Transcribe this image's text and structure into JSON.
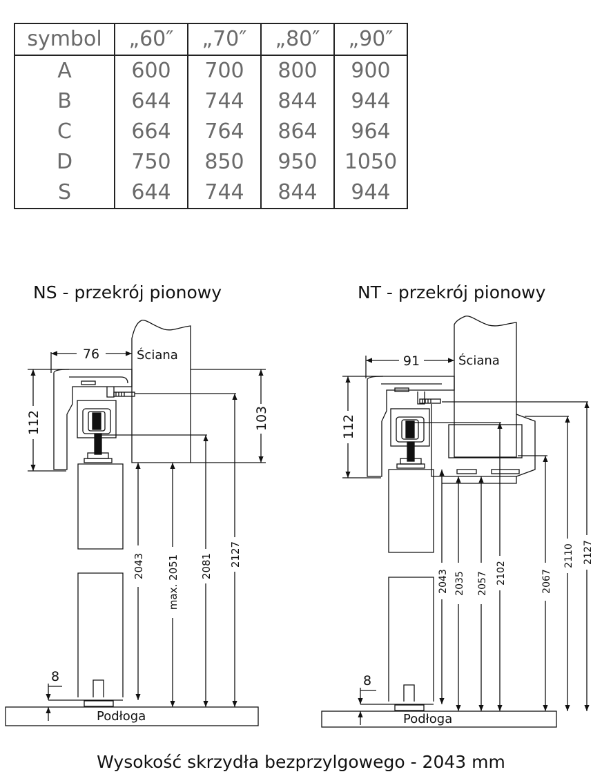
{
  "table": {
    "headers": [
      "symbol",
      "„60″",
      "„70″",
      "„80″",
      "„90″"
    ],
    "rows": [
      [
        "A",
        "600",
        "700",
        "800",
        "900"
      ],
      [
        "B",
        "644",
        "744",
        "844",
        "944"
      ],
      [
        "C",
        "664",
        "764",
        "864",
        "964"
      ],
      [
        "D",
        "750",
        "850",
        "950",
        "1050"
      ],
      [
        "S",
        "644",
        "744",
        "844",
        "944"
      ]
    ]
  },
  "ns": {
    "title": "NS - przekrój pionowy",
    "wall_label": "Ściana",
    "floor_label": "Podłoga",
    "dim_depth": "76",
    "dim_left_height": "112",
    "dim_right_height": "103",
    "dim_gap": "8",
    "heights": [
      "2043",
      "max. 2051",
      "2081",
      "2127"
    ]
  },
  "nt": {
    "title": "NT - przekrój pionowy",
    "wall_label": "Ściana",
    "floor_label": "Podłoga",
    "dim_depth": "91",
    "dim_left_height": "112",
    "dim_gap": "8",
    "heights": [
      "2043",
      "2035",
      "2057",
      "2102",
      "2067",
      "2110",
      "2127"
    ]
  },
  "footer": "Wysokość skrzydła bezprzylgowego - 2043 mm"
}
